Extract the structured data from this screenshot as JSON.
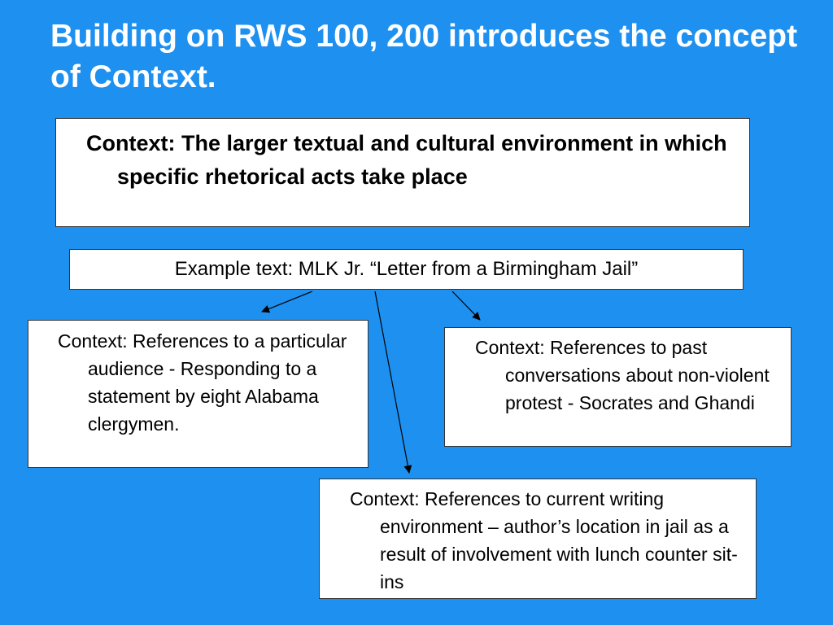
{
  "slide": {
    "title": "Building on RWS 100, 200 introduces the concept of Context.",
    "background_color": "#1e90f0"
  },
  "definition_box": {
    "text": "Context:  The larger textual and cultural environment in which specific rhetorical acts take place"
  },
  "example_box": {
    "text": "Example text:  MLK Jr. “Letter from a Birmingham Jail”"
  },
  "context_boxes": {
    "audience": "Context:  References to a particular audience - Responding to a statement by eight Alabama clergymen.",
    "past_conversations": "Context:  References to past conversations about non-violent protest -  Socrates and Ghandi",
    "writing_environment": "Context:  References to current writing environment – author’s location in jail as a result of involvement with lunch counter sit-ins"
  }
}
